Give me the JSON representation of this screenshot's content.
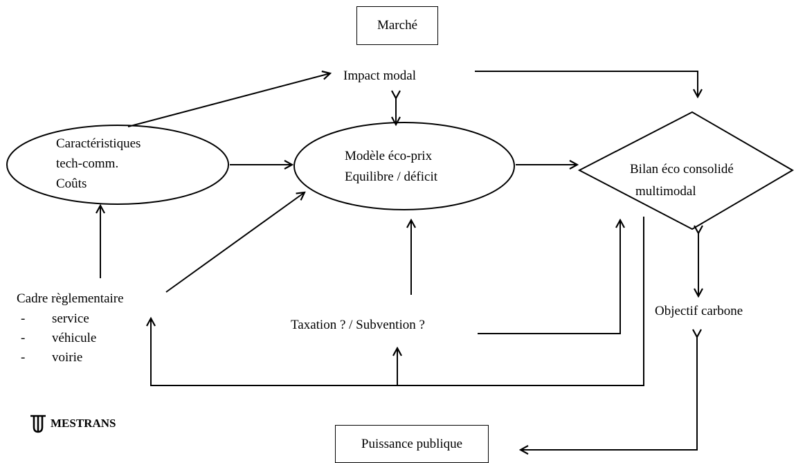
{
  "nodes": {
    "marche": "Marché",
    "impact_modal": "Impact modal",
    "caracteristiques": [
      "Caractéristiques",
      "tech-comm.",
      "Coûts"
    ],
    "modele": [
      "Modèle éco-prix",
      "Equilibre /  déficit"
    ],
    "bilan": [
      "Bilan éco consolidé",
      "multimodal"
    ],
    "cadre": {
      "title": "Cadre règlementaire",
      "items": [
        "service",
        "véhicule",
        "voirie"
      ]
    },
    "taxation": "Taxation ? / Subvention ?",
    "objectif": "Objectif carbone",
    "puissance": "Puissance publique"
  },
  "logo": {
    "text": "MESTRANS"
  }
}
